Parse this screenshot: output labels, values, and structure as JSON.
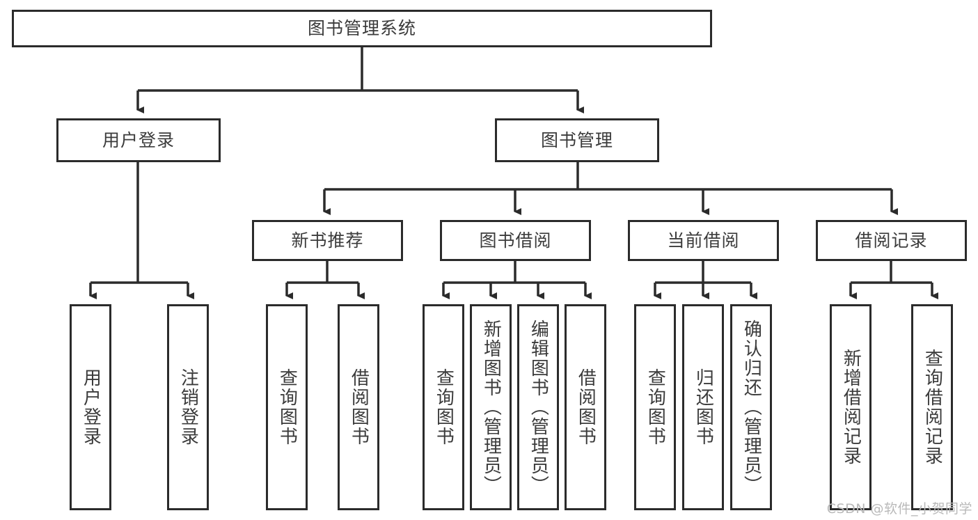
{
  "diagram": {
    "title": "图书管理系统",
    "type": "tree-hierarchy-diagram",
    "watermark": "CSDN @软件_小贺同学",
    "colors": {
      "box_border": "#2b2b2b",
      "box_fill": "#ffffff",
      "text": "#3b3b3b",
      "connector": "#2b2b2b",
      "watermark": "#b9b9b9",
      "background": "#ffffff"
    },
    "root": {
      "label": "图书管理系统"
    },
    "level2": [
      {
        "label": "用户登录"
      },
      {
        "label": "图书管理"
      }
    ],
    "level3": [
      {
        "label": "新书推荐"
      },
      {
        "label": "图书借阅"
      },
      {
        "label": "当前借阅"
      },
      {
        "label": "借阅记录"
      }
    ],
    "leaves": {
      "user_login": [
        {
          "label": "用户登录"
        },
        {
          "label": "注销登录"
        }
      ],
      "new_book_recommend": [
        {
          "label": "查询图书"
        },
        {
          "label": "借阅图书"
        }
      ],
      "book_borrow": [
        {
          "label": "查询图书"
        },
        {
          "label": "新增图书（管理员）"
        },
        {
          "label": "编辑图书（管理员）"
        },
        {
          "label": "借阅图书"
        }
      ],
      "current_borrow": [
        {
          "label": "查询图书"
        },
        {
          "label": "归还图书"
        },
        {
          "label": "确认归还（管理员）"
        }
      ],
      "borrow_record": [
        {
          "label": "新增借阅记录"
        },
        {
          "label": "查询借阅记录"
        }
      ]
    }
  }
}
